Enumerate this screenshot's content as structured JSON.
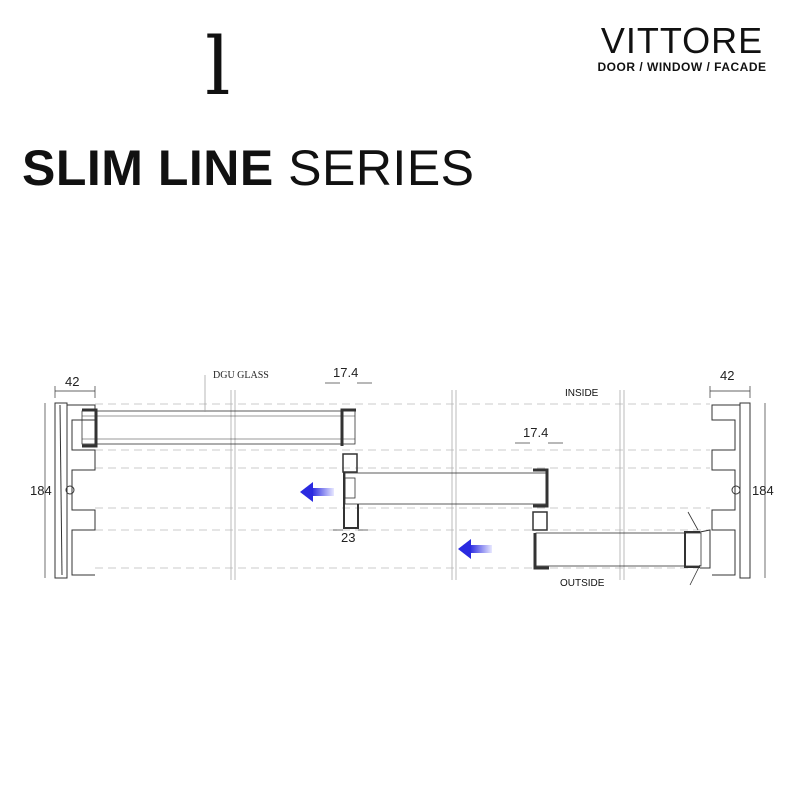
{
  "header": {
    "series_logo_letter": "l",
    "title_bold": "SLIM LINE",
    "title_light": "SERIES"
  },
  "brand": {
    "name": "VITTORE",
    "tagline": "DOOR / WINDOW / FACADE"
  },
  "drawing": {
    "glass_label": "DGU GLASS",
    "inside_label": "INSIDE",
    "outside_label": "OUTSIDE",
    "dims": {
      "left_frame_width": "42",
      "right_frame_width": "42",
      "left_height": "184",
      "right_height": "184",
      "sash1_width": "17.4",
      "sash2_width": "17.4",
      "interlock": "23"
    },
    "arrow_color": "#2a2ae0"
  }
}
